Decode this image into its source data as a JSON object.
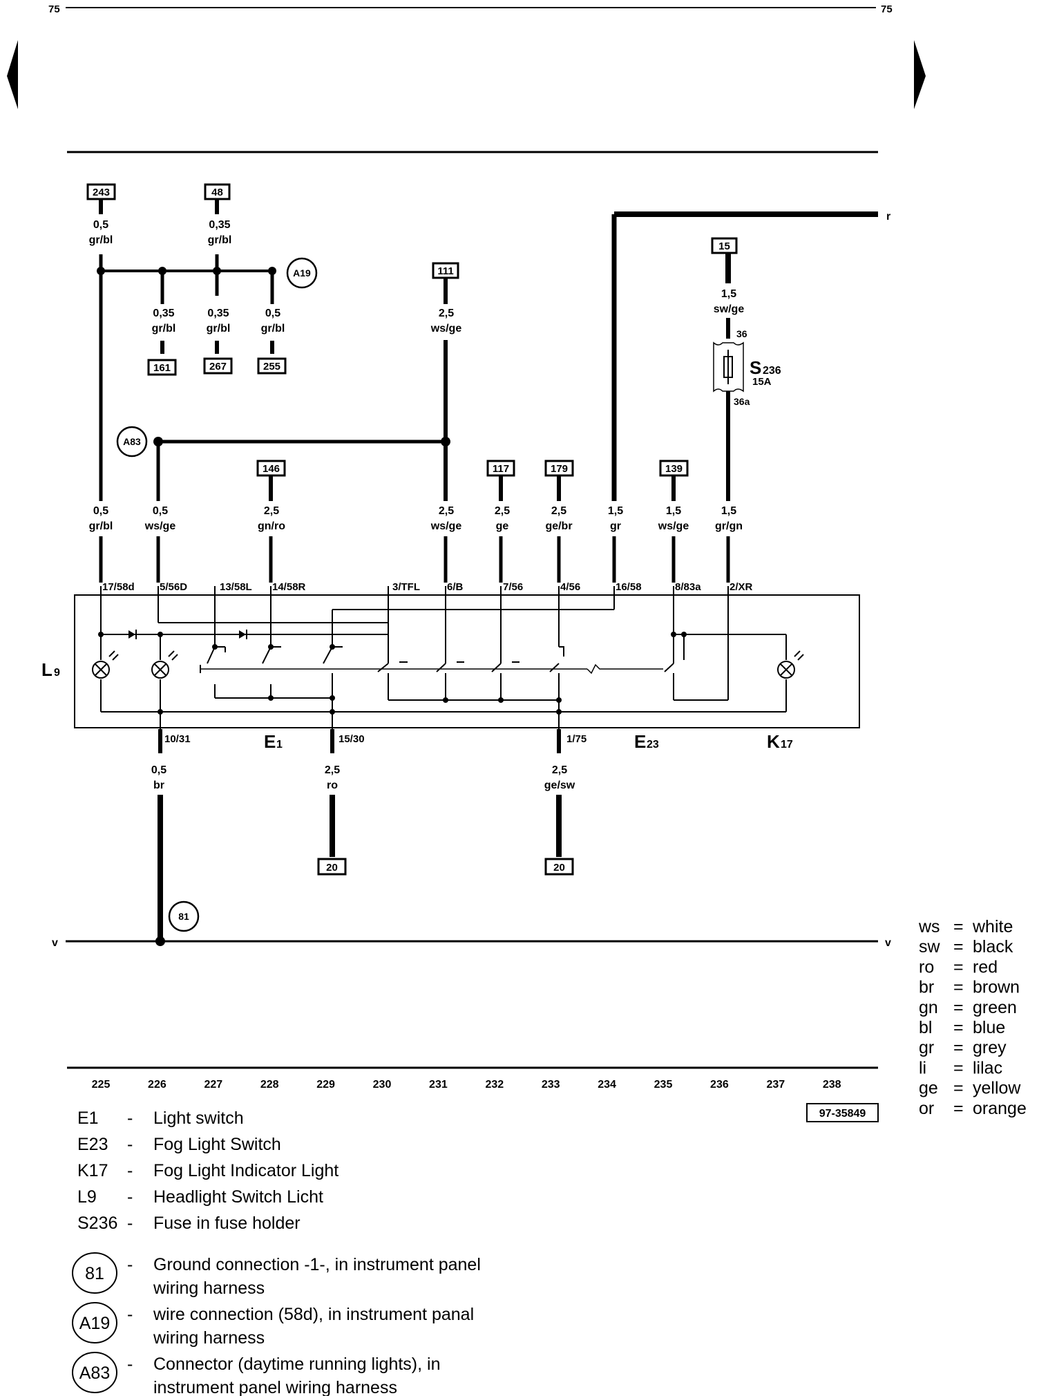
{
  "page": {
    "number_left": "75",
    "number_right": "75",
    "figure_id": "97-35849"
  },
  "line_ends": {
    "top_right": "r",
    "bottom_left": "v",
    "bottom_right": "v"
  },
  "refs_top": {
    "r243": "243",
    "r48": "48",
    "r111": "111",
    "r15": "15",
    "r161": "161",
    "r267": "267",
    "r255": "255",
    "r146": "146",
    "r117": "117",
    "r179": "179",
    "r139": "139",
    "r20a": "20",
    "r20b": "20"
  },
  "wires": {
    "w243_size": "0,5",
    "w243_color": "gr/bl",
    "w48_size": "0,35",
    "w48_color": "gr/bl",
    "w161_size": "0,35",
    "w161_color": "gr/bl",
    "w267_size": "0,35",
    "w267_color": "gr/bl",
    "w255_size": "0,5",
    "w255_color": "gr/bl",
    "w111_size": "2,5",
    "w111_color": "ws/ge",
    "w15_size": "1,5",
    "w15_color": "sw/ge",
    "p17_size": "0,5",
    "p17_color": "gr/bl",
    "p5_size": "0,5",
    "p5_color": "ws/ge",
    "p14_size": "2,5",
    "p14_color": "gn/ro",
    "p6_size": "2,5",
    "p6_color": "ws/ge",
    "p7_size": "2,5",
    "p7_color": "ge",
    "p4_size": "2,5",
    "p4_color": "ge/br",
    "p16_size": "1,5",
    "p16_color": "gr",
    "p8_size": "1,5",
    "p8_color": "ws/ge",
    "p2_size": "1,5",
    "p2_color": "gr/gn",
    "b10_size": "0,5",
    "b10_color": "br",
    "b15_size": "2,5",
    "b15_color": "ro",
    "b1_size": "2,5",
    "b1_color": "ge/sw"
  },
  "pins": {
    "p17": "17/58d",
    "p5": "5/56D",
    "p13": "13/58L",
    "p14": "14/58R",
    "p3": "3/TFL",
    "p6": "6/B",
    "p7": "7/56",
    "p4": "4/56",
    "p16": "16/58",
    "p8": "8/83a",
    "p2": "2/XR",
    "b10": "10/31",
    "b15": "15/30",
    "b1": "1/75"
  },
  "fuse": {
    "pin_in": "36",
    "pin_out": "36a",
    "name": "S",
    "sub": "236",
    "rating": "15A"
  },
  "connectors": {
    "a19": "A19",
    "a83": "A83",
    "c81": "81"
  },
  "components": {
    "l9": "L",
    "l9_sub": "9",
    "e1": "E",
    "e1_sub": "1",
    "e23": "E",
    "e23_sub": "23",
    "k17": "K",
    "k17_sub": "17"
  },
  "tracks": [
    "225",
    "226",
    "227",
    "228",
    "229",
    "230",
    "231",
    "232",
    "233",
    "234",
    "235",
    "236",
    "237",
    "238"
  ],
  "color_key": [
    {
      "code": "ws",
      "name": "white"
    },
    {
      "code": "sw",
      "name": "black"
    },
    {
      "code": "ro",
      "name": "red"
    },
    {
      "code": "br",
      "name": "brown"
    },
    {
      "code": "gn",
      "name": "green"
    },
    {
      "code": "bl",
      "name": "blue"
    },
    {
      "code": "gr",
      "name": "grey"
    },
    {
      "code": "li",
      "name": "lilac"
    },
    {
      "code": "ge",
      "name": "yellow"
    },
    {
      "code": "or",
      "name": "orange"
    }
  ],
  "legend": [
    {
      "code": "E1",
      "text": "Light switch"
    },
    {
      "code": "E23",
      "text": "Fog Light Switch"
    },
    {
      "code": "K17",
      "text": "Fog Light Indicator Light"
    },
    {
      "code": "L9",
      "text": "Headlight Switch Licht"
    },
    {
      "code": "S236",
      "text": "Fuse in fuse holder"
    }
  ],
  "circle_legend": [
    {
      "code": "81",
      "line1": "Ground connection -1-, in instrument panel",
      "line2": "wiring harness"
    },
    {
      "code": "A19",
      "line1": "wire connection (58d), in instrument panal",
      "line2": "wiring harness"
    },
    {
      "code": "A83",
      "line1": "Connector (daytime running lights), in",
      "line2": "instrument panel wiring harness"
    }
  ]
}
